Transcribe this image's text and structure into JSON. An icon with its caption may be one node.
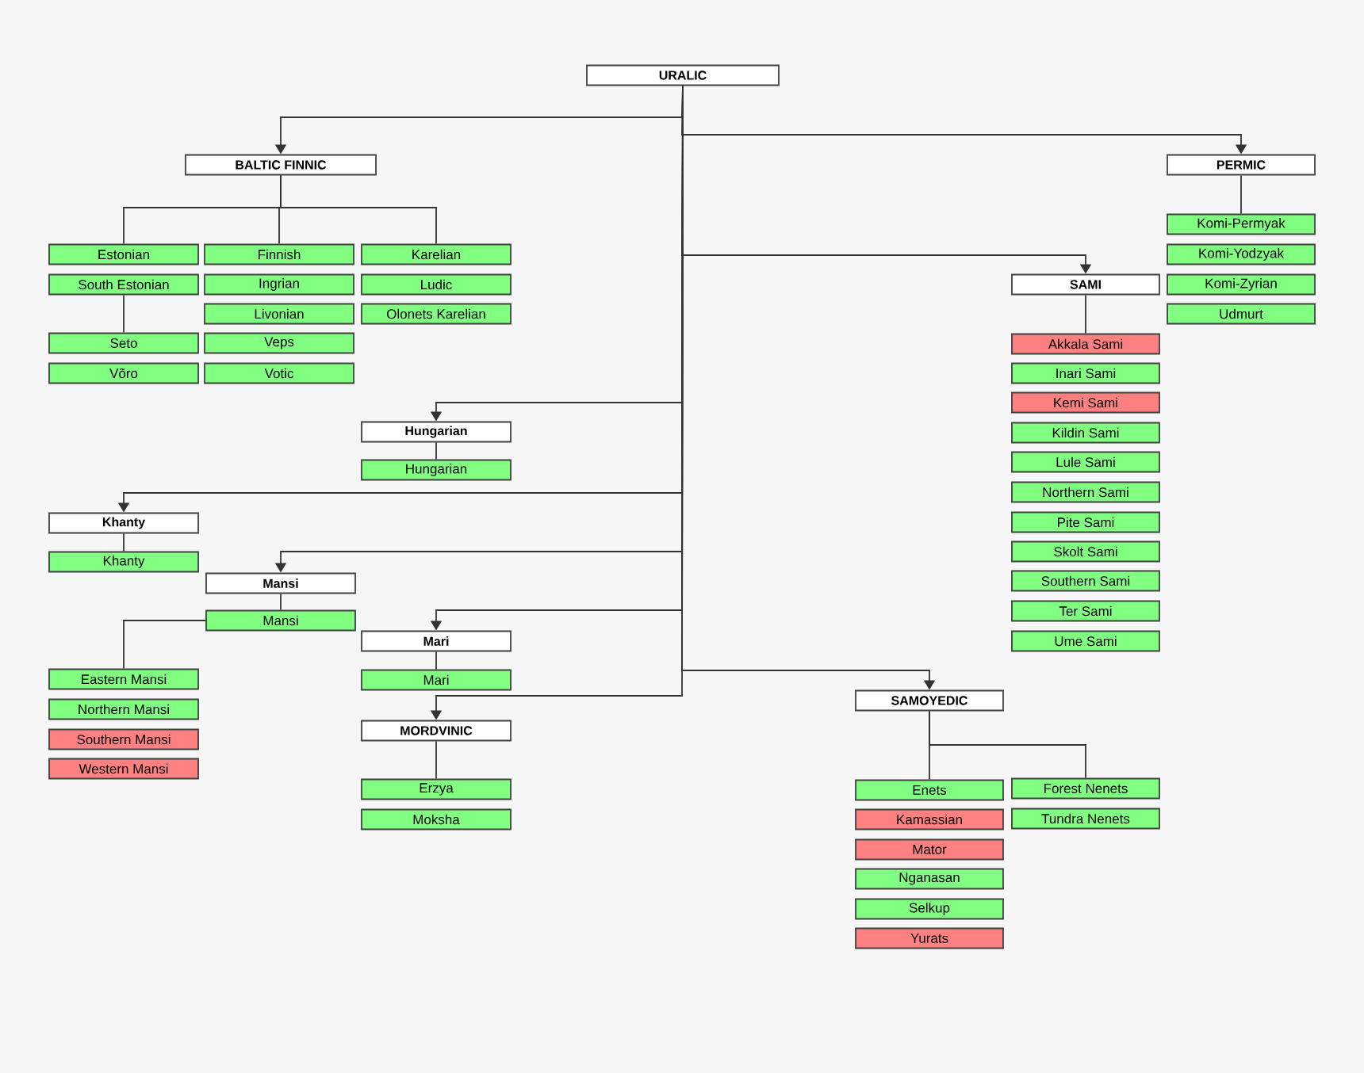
{
  "diagram": {
    "nodes": [
      {
        "text": [
          "URALIC"
        ]
      },
      {
        "text": [
          "BALTIC FINNIC"
        ]
      },
      {
        "text": [
          "Estonian"
        ]
      },
      {
        "text": [
          "South Estonian"
        ]
      },
      {
        "text": [
          "Seto"
        ]
      },
      {
        "text": [
          "Võro"
        ]
      },
      {
        "text": [
          "Finnish"
        ]
      },
      {
        "text": [
          "Ingrian"
        ]
      },
      {
        "text": [
          "Livonian"
        ]
      },
      {
        "text": [
          "Veps"
        ]
      },
      {
        "text": [
          "Votic"
        ]
      },
      {
        "text": [
          "Karelian"
        ]
      },
      {
        "text": [
          "Ludic"
        ]
      },
      {
        "text": [
          "Olonets Karelian"
        ]
      },
      {
        "text": [
          "PERMIC"
        ]
      },
      {
        "text": [
          "Komi-Permyak"
        ]
      },
      {
        "text": [
          "Komi-Yodzyak"
        ]
      },
      {
        "text": [
          "Komi-Zyrian"
        ]
      },
      {
        "text": [
          "Udmurt"
        ]
      },
      {
        "text": [
          "SAMI"
        ]
      },
      {
        "text": [
          "Akkala Sami"
        ]
      },
      {
        "text": [
          "Inari Sami"
        ]
      },
      {
        "text": [
          "Kemi Sami"
        ]
      },
      {
        "text": [
          "Kildin Sami"
        ]
      },
      {
        "text": [
          "Lule Sami"
        ]
      },
      {
        "text": [
          "Northern Sami"
        ]
      },
      {
        "text": [
          "Pite Sami"
        ]
      },
      {
        "text": [
          "Skolt Sami"
        ]
      },
      {
        "text": [
          "Southern Sami"
        ]
      },
      {
        "text": [
          "Ter Sami"
        ]
      },
      {
        "text": [
          "Ume Sami"
        ]
      },
      {
        "text": [
          "Hungarian"
        ]
      },
      {
        "text": [
          "Hungarian"
        ]
      },
      {
        "text": [
          "Khanty"
        ]
      },
      {
        "text": [
          "Khanty"
        ]
      },
      {
        "text": [
          "Mansi"
        ]
      },
      {
        "text": [
          "Mansi"
        ]
      },
      {
        "text": [
          "Eastern Mansi"
        ]
      },
      {
        "text": [
          "Northern Mansi"
        ]
      },
      {
        "text": [
          "Southern Mansi"
        ]
      },
      {
        "text": [
          "Western Mansi"
        ]
      },
      {
        "text": [
          "Mari"
        ]
      },
      {
        "text": [
          "Mari"
        ]
      },
      {
        "text": [
          "MORDVINIC"
        ]
      },
      {
        "text": [
          "Erzya"
        ]
      },
      {
        "text": [
          "Moksha"
        ]
      },
      {
        "text": [
          "SAMOYEDIC"
        ]
      },
      {
        "text": [
          "Enets"
        ]
      },
      {
        "text": [
          "Kamassian"
        ]
      },
      {
        "text": [
          "Mator"
        ]
      },
      {
        "text": [
          "Nganasan"
        ]
      },
      {
        "text": [
          "Selkup"
        ]
      },
      {
        "text": [
          "Yurats"
        ]
      },
      {
        "text": [
          "Forest Nenets"
        ]
      },
      {
        "text": [
          "Tundra Nenets"
        ]
      }
    ],
    "edges": [
      {
        "from": 0,
        "to": 1,
        "arrow": "to"
      },
      {
        "from": 0,
        "to": 14,
        "arrow": "to"
      },
      {
        "from": 0,
        "to": 19,
        "arrow": "to"
      },
      {
        "from": 0,
        "to": 31,
        "arrow": "to"
      },
      {
        "from": 0,
        "to": 33,
        "arrow": "to"
      },
      {
        "from": 0,
        "to": 35,
        "arrow": "to"
      },
      {
        "from": 0,
        "to": 41,
        "arrow": "to"
      },
      {
        "from": 0,
        "to": 46,
        "arrow": "to"
      },
      {
        "from": 0,
        "to": 43,
        "arrow": "to"
      },
      {
        "from": 1,
        "to": 2,
        "arrow": "none"
      },
      {
        "from": 1,
        "to": 6,
        "arrow": "none"
      },
      {
        "from": 1,
        "to": 11,
        "arrow": "none"
      },
      {
        "from": 3,
        "to": 4,
        "arrow": "none"
      },
      {
        "from": 14,
        "to": 15,
        "arrow": "none"
      },
      {
        "from": 19,
        "to": 20,
        "arrow": "none"
      },
      {
        "from": 31,
        "to": 32,
        "arrow": "none"
      },
      {
        "from": 33,
        "to": 34,
        "arrow": "none"
      },
      {
        "from": 35,
        "to": 36,
        "arrow": "none"
      },
      {
        "from": 36,
        "to": 37,
        "arrow": "none"
      },
      {
        "from": 41,
        "to": 42,
        "arrow": "none"
      },
      {
        "from": 43,
        "to": 44,
        "arrow": "none"
      },
      {
        "from": 46,
        "to": 47,
        "arrow": "none"
      },
      {
        "from": 46,
        "to": 53,
        "arrow": "none"
      }
    ]
  }
}
